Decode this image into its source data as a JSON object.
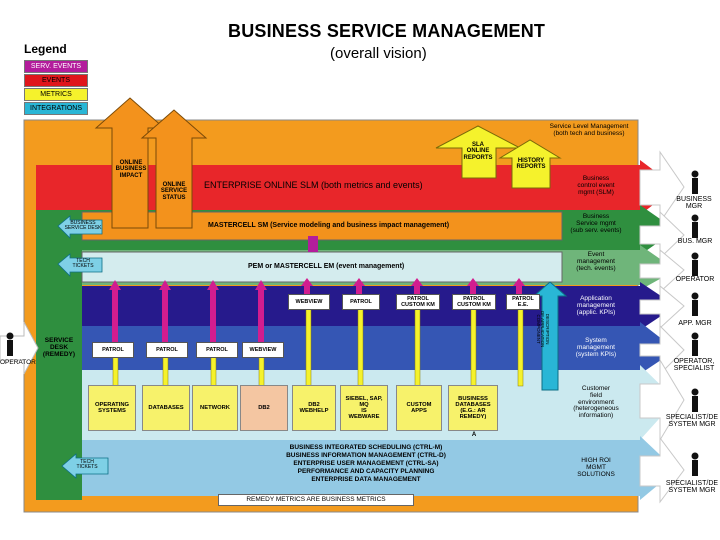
{
  "title": "BUSINESS SERVICE MANAGEMENT",
  "subtitle": "(overall vision)",
  "legend": {
    "title": "Legend",
    "items": [
      {
        "label": "SERV. EVENTS",
        "color": "#b31d9c"
      },
      {
        "label": "EVENTS",
        "color": "#e0161b"
      },
      {
        "label": "METRICS",
        "color": "#f5f22c"
      },
      {
        "label": "INTEGRATIONS",
        "color": "#29b6d6"
      }
    ]
  },
  "colors": {
    "outer": "#f39b1e",
    "red": "#e8262a",
    "green": "#2f8f3f",
    "orange_bar": "#f3921c",
    "light_cyan": "#d4ecee",
    "navy": "#261a8c",
    "blue": "#3556b4",
    "pale_cyan": "#cbe9ef",
    "light_blue": "#93c9e4"
  },
  "top_right_note": "Service Level Management\n(both tech and business)",
  "arrows": {
    "online_business_impact": "ONLINE\nBUSINESS\nIMPACT",
    "online_service_status": "ONLINE\nSERVICE\nSTATUS",
    "sla_online_reports": "SLA\nONLINE\nREPORTS",
    "history_reports": "HISTORY\nREPORTS"
  },
  "layers": {
    "slm": "ENTERPRISE ONLINE SLM (both metrics and events)",
    "mastercell_sm": "MASTERCELL SM (Service modeling and business impact management)",
    "pem": "PEM or MASTERCELL EM (event management)",
    "bottom_lines": [
      "BUSINESS INTEGRATED SCHEDULING (CTRL-M)",
      "BUSINESS INFORMATION MANAGEMENT (CTRL-D)",
      "ENTERPRISE USER MANAGEMENT (CTRL-SA)",
      "PERFORMANCE AND CAPACITY PLANNING",
      "ENTERPRISE DATA MANAGEMENT"
    ],
    "remedy_note": "REMEDY METRICS ARE BUSINESS METRICS"
  },
  "side_arrows": {
    "business_service_desk": "BUSINESS\nSERVICE DESK",
    "tech_tickets_1": "TECH\nTICKETS",
    "tech_tickets_2": "TECH\nTICKETS",
    "service_desk_remedy": "SERVICE\nDESK\n(REMEDY)",
    "tech_tickets_3": "TECH\nTICKETS"
  },
  "navy_boxes": [
    "WEBVIEW",
    "PATROL",
    "PATROL\nCUSTOM KM",
    "PATROL\nCUSTOM KM",
    "PATROL\nE.E."
  ],
  "blue_boxes": [
    "PATROL",
    "PATROL",
    "PATROL",
    "WEBVIEW"
  ],
  "yellow_boxes": [
    "OPERATING\nSYSTEMS",
    "DATABASES",
    "NETWORK",
    "DB2",
    "DB2\nWEBHELP",
    "SIEBEL, SAP,\nMQ\nIS\nWEBWARE",
    "CUSTOM\nAPPS",
    "BUSINESS\nDATABASES\n(E.G.: AR\nREMEDY)"
  ],
  "vertical_label": "DESCRIPTION\nOF APPLICATION\nCOMPONENT",
  "marker": "A",
  "right_labels": [
    "Business\ncontrol event\nmgmt (SLM)",
    "Business\nService mgmt\n(sub serv. events)",
    "Event\nmanagement\n(tech. events)",
    "Application\nmanagement\n(applic. KPIs)",
    "System\nmanagement\n(system KPIs)",
    "Customer\nfield\nenvironment\n(heterogeneous\ninformation)",
    "HIGH ROI\nMGMT\nSOLUTIONS"
  ],
  "roles": [
    "BUSINESS MGR",
    "BUS. MGR",
    "OPERATOR",
    "APP. MGR",
    "OPERATOR,\nSPECIALIST",
    "SPECIALIST/DE\nSYSTEM MGR",
    "SPECIALIST/DE\nSYSTEM MGR"
  ],
  "left_role": "OPERATOR"
}
